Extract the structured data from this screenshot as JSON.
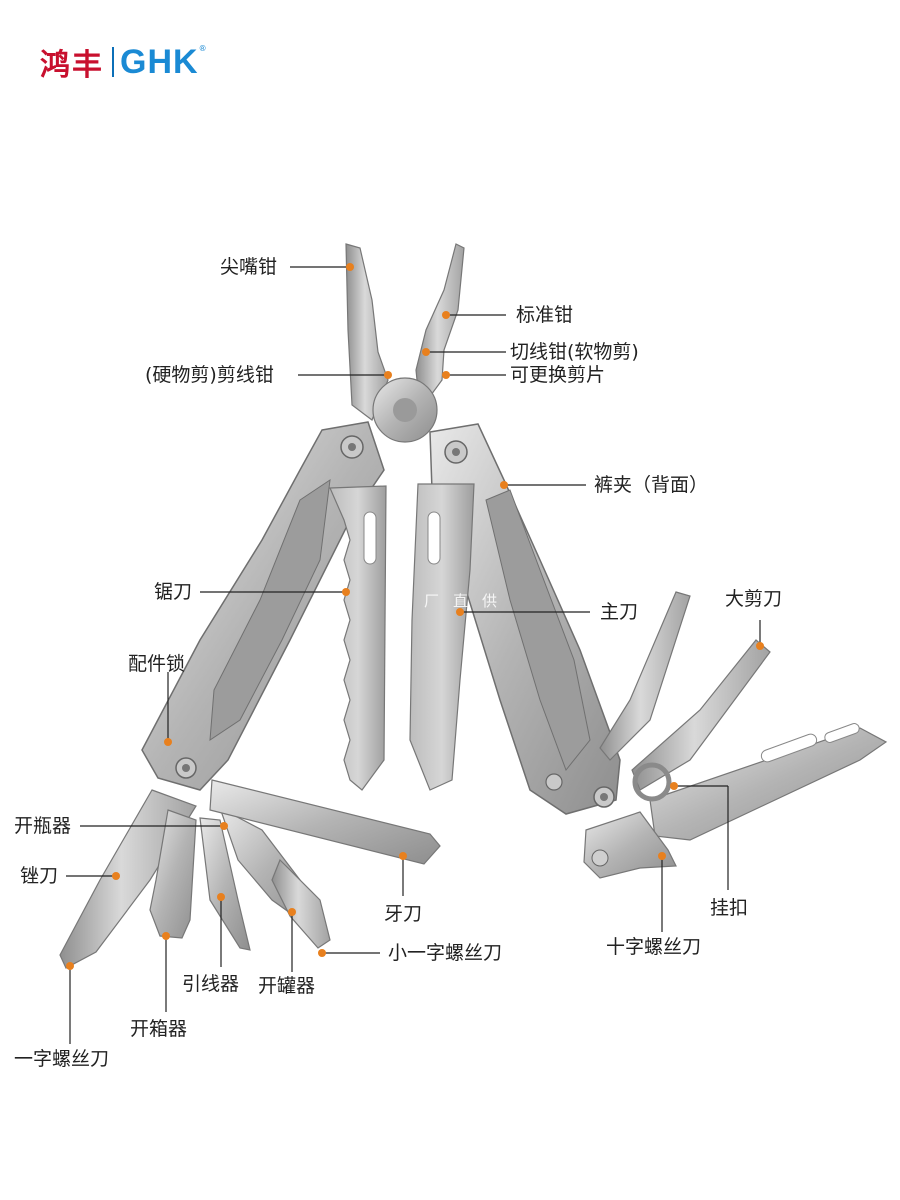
{
  "brand": {
    "name_cn": "鸿丰",
    "name_en": "GHK",
    "registered": "®",
    "color_cn": "#c8102e",
    "color_en": "#1a8ad4"
  },
  "watermark": "厂直供",
  "accent_color": "#e8801e",
  "labels": {
    "needle_nose": "尖嘴钳",
    "standard_pliers": "标准钳",
    "wire_cutter_soft": "切线钳(软物剪)",
    "replaceable_blade": "可更换剪片",
    "hard_wire_cutter": "(硬物剪)剪线钳",
    "belt_clip": "裤夹（背面）",
    "saw": "锯刀",
    "main_blade": "主刀",
    "big_scissors": "大剪刀",
    "accessory_lock": "配件锁",
    "bottle_opener": "开瓶器",
    "file": "锉刀",
    "serrated_knife": "牙刀",
    "small_flat_screwdriver": "小一字螺丝刀",
    "hook": "挂扣",
    "phillips_screwdriver": "十字螺丝刀",
    "wire_stripper": "引线器",
    "can_opener": "开罐器",
    "box_opener": "开箱器",
    "flat_screwdriver": "一字螺丝刀"
  }
}
